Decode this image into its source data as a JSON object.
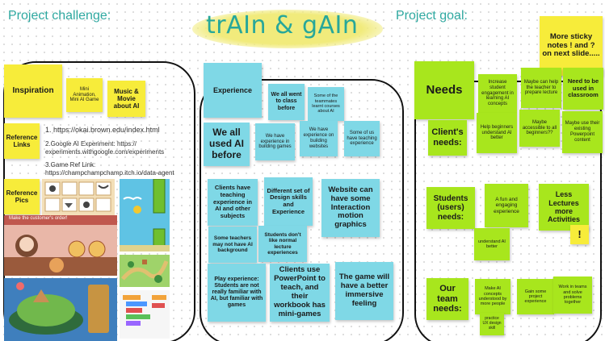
{
  "headers": {
    "challenge": "Project challenge:",
    "main": "trAIn & gAIn",
    "goal": "Project goal:"
  },
  "challenge": {
    "inspiration": "Inspiration",
    "mini_animation": "Mini Animation, Mini AI Game",
    "music_movie": "Music & Movie about AI",
    "reference_links": "Reference Links",
    "reference_pics": "Reference Pics",
    "links": [
      "1. https://okai.brown.edu/index.html",
      "2.Google AI Experiment: https:// experiments.withgoogle.com/experiments",
      "3.Game Ref Link: https://champchampchamp.itch.io/data-agent"
    ],
    "pic_caption": "Make the customer's order!"
  },
  "experience": {
    "label": "Experience",
    "notes": [
      "We all went to class before",
      "Some of the teammates learnt courses about AI",
      "We all used AI before",
      "We have experience in building games",
      "We have experience on building websites",
      "Some of us have teaching experience",
      "Clients have teaching experience in AI and other subjects",
      "Different set of Design skills and Experience",
      "Website can have some Interaction motion graphics",
      "Some teachers may not have AI background",
      "Students don't like normal lecture experiences",
      "Play experience: Students are not really familiar with AI, but familiar with games",
      "Clients use PowerPoint to teach, and their workbook has mini-games",
      "The game will have a better immersive feeling"
    ]
  },
  "goal": {
    "sticky_note": "More sticky notes ! and ? on next slide.....",
    "needs": "Needs",
    "clients_needs": "Client's needs:",
    "students_needs": "Students (users) needs:",
    "team_needs": "Our team needs:",
    "notes": [
      "Increase student engagement in learning AI concepts",
      "Maybe can help the teacher to prepare lecture",
      "Need to be used in classroom",
      "Help beginners understand AI better",
      "Maybe accessible to all beginners??",
      "Maybe use their existing Powerpoint content",
      "A fun and engaging experience",
      "Less Lectures more Activities",
      "understand AI better",
      "Make AI concepts understood by more people",
      "Gain some project experience",
      "Work in teams and solve problems together",
      "practice UX design skill"
    ],
    "exclaim": "!"
  },
  "colors": {
    "yellow": "#f7ec3a",
    "blue": "#7fd8e6",
    "green": "#a8e61d",
    "title_teal": "#27a79a"
  }
}
